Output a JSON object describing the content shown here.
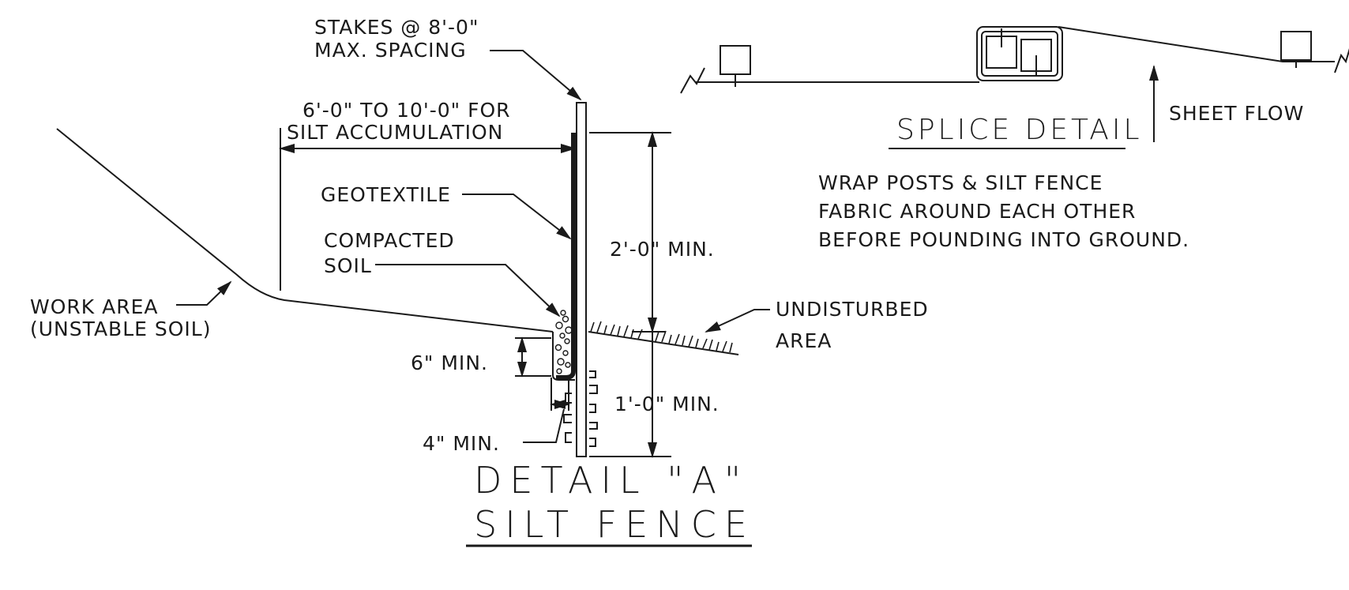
{
  "stakes": {
    "line1": "STAKES @ 8'-0\"",
    "line2": "MAX. SPACING"
  },
  "width_dim": {
    "line1": "6'-0\" TO 10'-0\" FOR",
    "line2": "SILT ACCUMULATION"
  },
  "geotextile": "GEOTEXTILE",
  "compacted_soil": {
    "line1": "COMPACTED",
    "line2": "SOIL"
  },
  "work_area": {
    "line1": "WORK AREA",
    "line2": "(UNSTABLE SOIL)"
  },
  "height_above": "2'-0\" MIN.",
  "undisturbed": {
    "line1": "UNDISTURBED",
    "line2": "AREA"
  },
  "trench_depth": "6\" MIN.",
  "embed_depth": "1'-0\" MIN.",
  "trench_width": "4\" MIN.",
  "detail_title": {
    "line1": "DETAIL \"A\"",
    "line2": "SILT FENCE"
  },
  "splice": {
    "title": "SPLICE DETAIL",
    "sheet_flow": "SHEET FLOW",
    "note1": "WRAP POSTS & SILT FENCE",
    "note2": "FABRIC AROUND EACH OTHER",
    "note3": "BEFORE POUNDING INTO GROUND."
  }
}
